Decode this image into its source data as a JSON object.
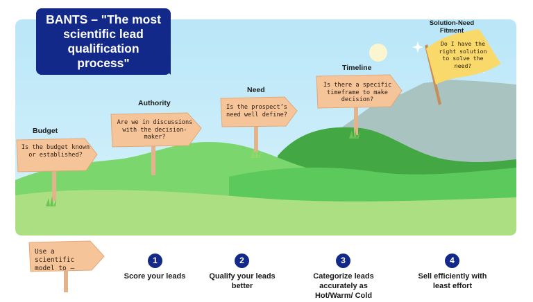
{
  "title": "BANTS – \"The most scientific lead qualification process\"",
  "stages": [
    {
      "label": "Budget",
      "question": "Is the budget known or established?"
    },
    {
      "label": "Authority",
      "question": "Are we in discussions with the decision-maker?"
    },
    {
      "label": "Need",
      "question": "Is the prospect’s need well define?"
    },
    {
      "label": "Timeline",
      "question": "Is there a specific timeframe to make decision?"
    },
    {
      "label": "Solution-Need Fitment",
      "question": "Do I have the right solution to solve the need?"
    }
  ],
  "model_sign": "Use a scientific model to –",
  "steps": [
    {
      "number": "1",
      "text": "Score your leads"
    },
    {
      "number": "2",
      "text": "Qualify your leads better"
    },
    {
      "number": "3",
      "text": "Categorize leads accurately as Hot/Warm/ Cold"
    },
    {
      "number": "4",
      "text": "Sell efficiently with least effort"
    }
  ],
  "colors": {
    "sky": "#cdeefb",
    "title_bg": "#13298a",
    "sign": "#f6c499",
    "flag": "#f8d969",
    "hill_dark": "#46a845",
    "hill_light": "#7bd36a",
    "grass": "#aee37f",
    "mountain": "#aac5c2"
  }
}
